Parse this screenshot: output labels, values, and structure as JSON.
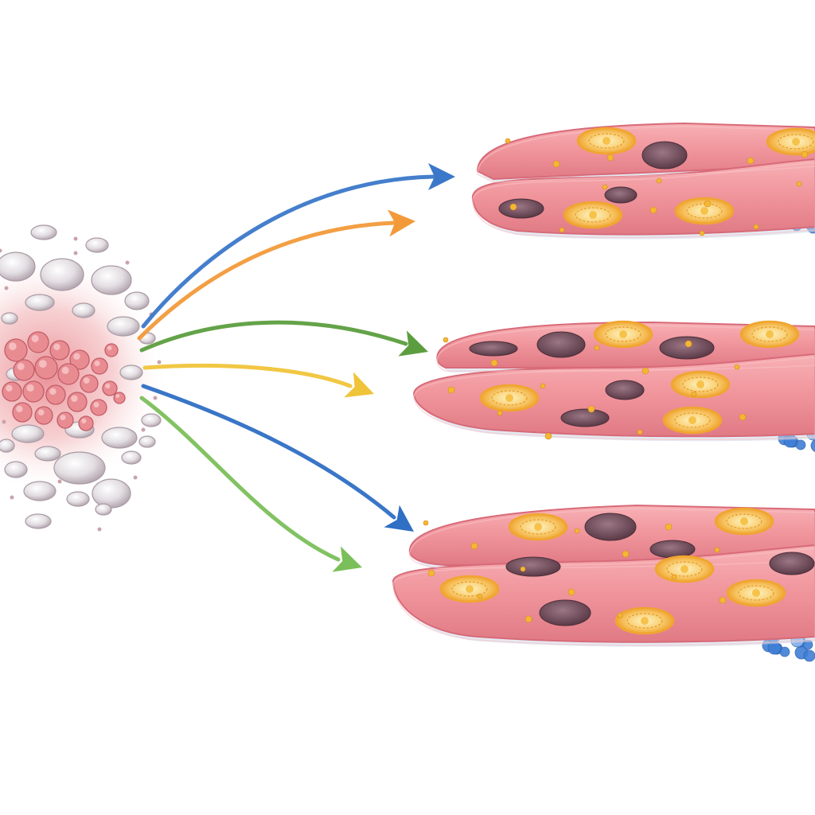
{
  "source": {
    "name": "cell-cluster",
    "colors": {
      "core": "#d9737b",
      "core_light": "#f3c4c6",
      "vesicle": "#d9d3d8",
      "vesicle_edge": "#a99aa4"
    }
  },
  "arrows": [
    {
      "color": "#3b78c9"
    },
    {
      "color": "#f29a3a"
    },
    {
      "color": "#5c9e3f"
    },
    {
      "color": "#f0c43a"
    },
    {
      "color": "#2f6fc4"
    },
    {
      "color": "#7bbf5a"
    }
  ],
  "tissues": [
    {
      "name": "muscle-bundle-top"
    },
    {
      "name": "muscle-bundle-middle"
    },
    {
      "name": "muscle-bundle-bottom"
    }
  ],
  "palette": {
    "fiber_fill": "#f29aa0",
    "fiber_edge": "#d86a78",
    "fiber_highlight": "#f9c2c4",
    "nucleus_fill": "#fde6a0",
    "nucleus_ring": "#f0a530",
    "nucleus_core": "#f7c24a",
    "dark_body": "#6e4b58",
    "granule": "#f4b733",
    "connective": "#3f7fd6",
    "connective_light": "#8fb8ee"
  }
}
